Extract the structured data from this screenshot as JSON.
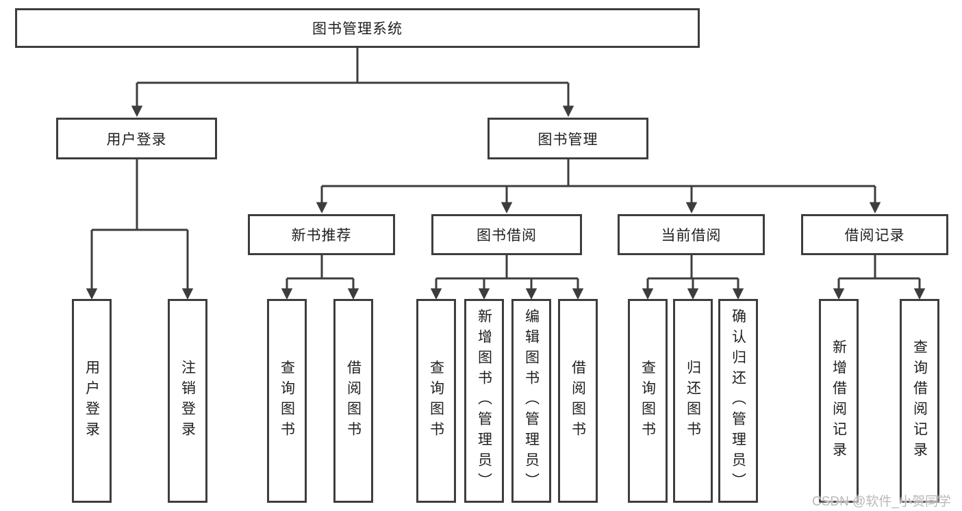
{
  "title": "图书管理系统",
  "colors": {
    "line": "#3d3d3d",
    "box_border": "#3d3d3d",
    "text": "#1f1f1f",
    "background": "#ffffff",
    "watermark": "#b9b9b9"
  },
  "nodes": {
    "root": {
      "label": "图书管理系统"
    },
    "user_login": {
      "label": "用户登录",
      "children": [
        "用户登录",
        "注销登录"
      ]
    },
    "book_management": {
      "label": "图书管理",
      "groups": [
        {
          "label": "新书推荐",
          "children": [
            "查询图书",
            "借阅图书"
          ]
        },
        {
          "label": "图书借阅",
          "children": [
            "查询图书",
            "新增图书（管理员）",
            "编辑图书（管理员）",
            "借阅图书"
          ]
        },
        {
          "label": "当前借阅",
          "children": [
            "查询图书",
            "归还图书",
            "确认归还（管理员）"
          ]
        },
        {
          "label": "借阅记录",
          "children": [
            "新增借阅记录",
            "查询借阅记录"
          ]
        }
      ]
    }
  },
  "watermark": {
    "text": "CSDN @软件_小贺同学"
  }
}
